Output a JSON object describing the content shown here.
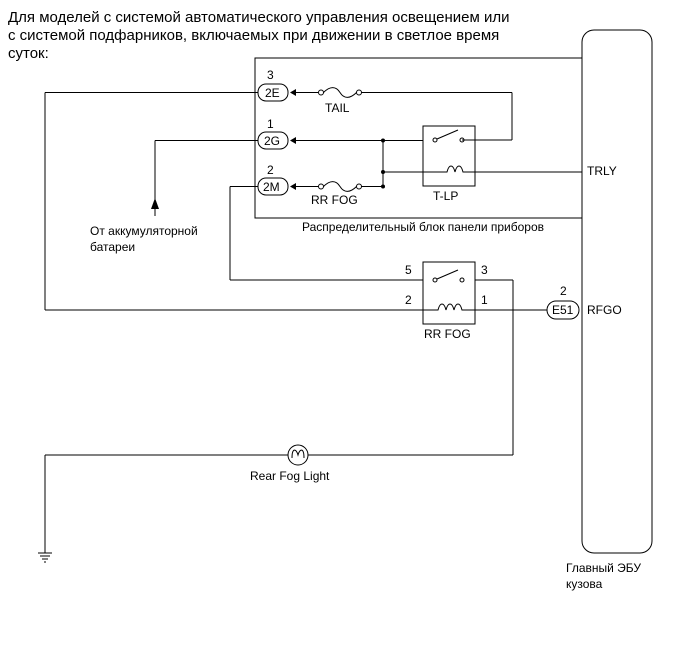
{
  "header": {
    "lines": [
      "Для моделей с системой автоматического управления освещением или",
      "с системой подфарников, включаемых при движении в светлое время",
      "суток:"
    ]
  },
  "instrument_panel_junction_block": {
    "label": "Распределительный блок панели приборов",
    "connectors": [
      {
        "id": "2E",
        "pin": "3"
      },
      {
        "id": "2G",
        "pin": "1"
      },
      {
        "id": "2M",
        "pin": "2"
      }
    ],
    "fuses": {
      "tail": "TAIL",
      "rr_fog": "RR FOG"
    },
    "relay": "T-LP"
  },
  "battery_label": [
    "От аккумуляторной",
    "батареи"
  ],
  "rr_fog_relay": {
    "label": "RR FOG",
    "pins": {
      "p5": "5",
      "p3": "3",
      "p2": "2",
      "p1": "1"
    }
  },
  "body_ecu": {
    "label": [
      "Главный ЭБУ",
      "кузова"
    ],
    "trly": "TRLY",
    "rfgo": "RFGO",
    "connector": {
      "id": "E51",
      "pin": "2"
    }
  },
  "rear_fog_light": "Rear Fog Light"
}
